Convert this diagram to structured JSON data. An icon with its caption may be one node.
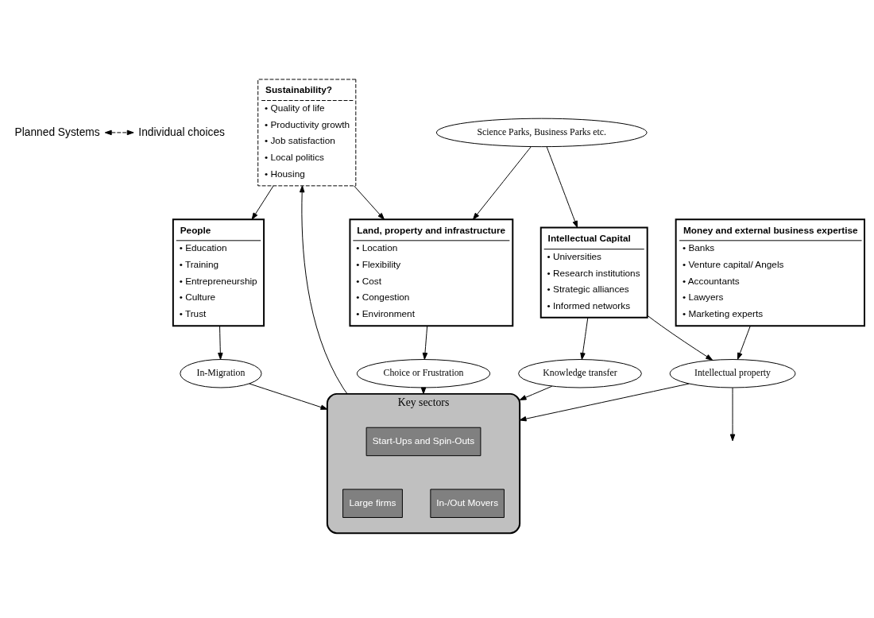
{
  "diagram": {
    "nodes": [
      {
        "text": [
          "Planned Systems"
        ]
      },
      {
        "text": [
          "Individual choices"
        ]
      },
      {
        "text": [
          "Intellectual Capital",
          "• Universities",
          "• Research institutions",
          "• Strategic alliances",
          "• Informed networks"
        ]
      },
      {
        "text": [
          "Intellectual property"
        ]
      },
      {
        "text": [
          "Money and external business expertise",
          "• Banks",
          "• Venture capital/ Angels",
          "• Accountants",
          "• Lawyers",
          "• Marketing experts"
        ]
      },
      {
        "text": [
          "Key sectors"
        ]
      },
      {
        "text": [
          "Start-Ups and Spin-Outs"
        ],
        "in": 5
      },
      {
        "text": [
          "Large firms"
        ],
        "in": 5
      },
      {
        "text": [
          "In-/Out Movers"
        ],
        "in": 5
      },
      {
        "text": [
          "Knowledge transfer"
        ]
      },
      {
        "text": [
          "Science Parks, Business Parks etc."
        ]
      },
      {
        "text": [
          "In-Migration"
        ]
      },
      {
        "text": [
          "Choice or Frustration"
        ]
      },
      {
        "text": [
          "Land, property and infrastructure",
          "• Location",
          "• Flexibility",
          "• Cost",
          "• Congestion",
          "• Environment"
        ]
      },
      {
        "text": [
          "Sustainability?",
          "• Quality of life",
          "• Productivity growth",
          "• Job satisfaction",
          "• Local politics",
          "• Housing"
        ]
      },
      {
        "text": [
          "People",
          "• Education",
          "• Training",
          "• Entrepreneurship",
          "• Culture",
          "• Trust"
        ]
      }
    ],
    "edges": [
      {
        "from": 0,
        "to": 1,
        "arrow": "both",
        "style": "dashed"
      },
      {
        "from": 2,
        "to": 3,
        "arrow": "to"
      },
      {
        "from": 4,
        "to": 3,
        "arrow": "to"
      },
      {
        "from": 3,
        "to": null,
        "arrow": "to"
      },
      {
        "from": 3,
        "to": 5,
        "arrow": "to"
      },
      {
        "from": 2,
        "to": 9,
        "arrow": "to"
      },
      {
        "from": 9,
        "to": 5,
        "arrow": "to"
      },
      {
        "from": 10,
        "to": 2,
        "arrow": "to"
      },
      {
        "from": 10,
        "to": 13,
        "arrow": "to"
      },
      {
        "from": 13,
        "to": 12,
        "arrow": "to"
      },
      {
        "from": 12,
        "to": 5,
        "arrow": "to"
      },
      {
        "from": 15,
        "to": 11,
        "arrow": "to"
      },
      {
        "from": 11,
        "to": 5,
        "arrow": "to"
      },
      {
        "from": 5,
        "to": 14,
        "arrow": "to"
      },
      {
        "from": 14,
        "to": 13,
        "arrow": "to"
      },
      {
        "from": 14,
        "to": 15,
        "arrow": "to"
      }
    ]
  }
}
